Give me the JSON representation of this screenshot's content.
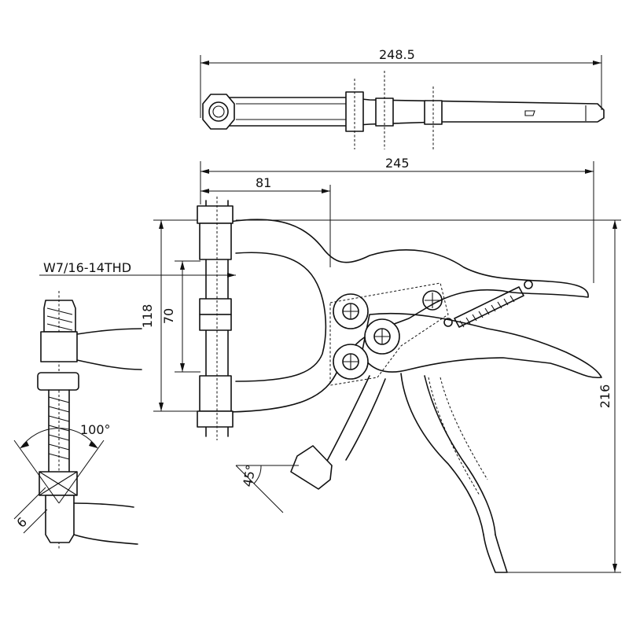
{
  "labels": {
    "overall_top": "248.5",
    "overall_side": "245",
    "jaw_depth": "81",
    "frame_height": "118",
    "inner_height": "70",
    "side_height": "216",
    "thread_spec": "W7/16-14THD",
    "tip_angle": "100°",
    "handle_angle": "45°",
    "tip_size": "6"
  }
}
